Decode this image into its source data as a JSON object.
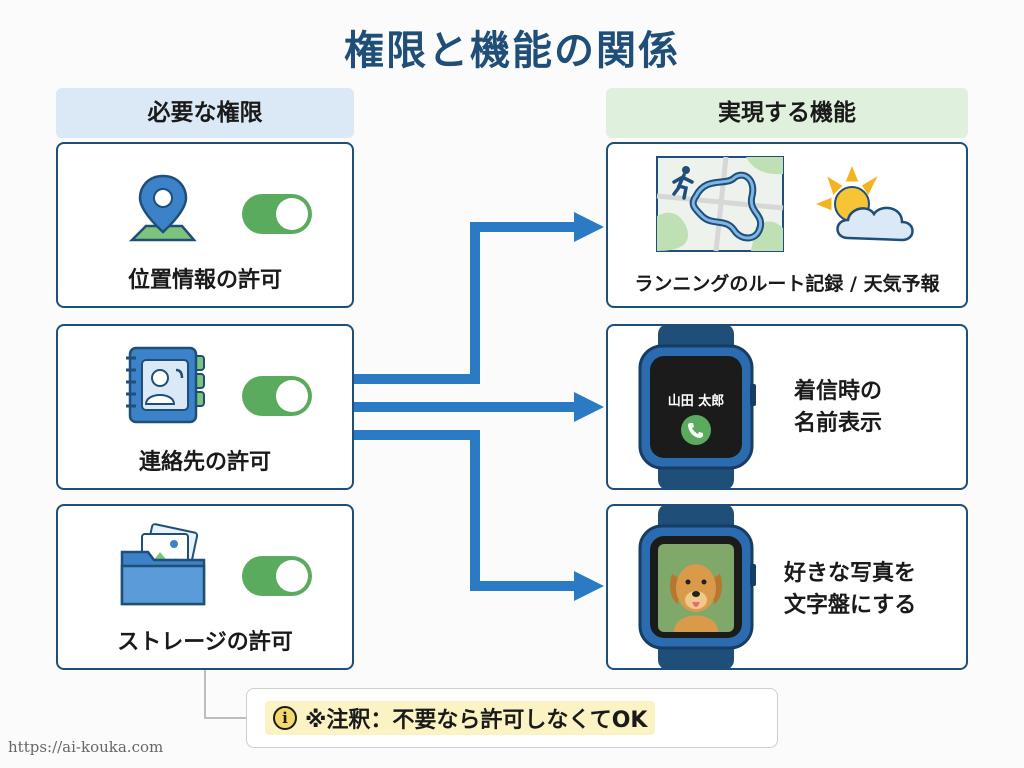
{
  "title": "権限と機能の関係",
  "left_header": "必要な権限",
  "right_header": "実現する機能",
  "permissions": [
    {
      "label": "位置情報の許可",
      "icon": "map-pin-icon",
      "enabled": true
    },
    {
      "label": "連絡先の許可",
      "icon": "contacts-book-icon",
      "enabled": true
    },
    {
      "label": "ストレージの許可",
      "icon": "photo-folder-icon",
      "enabled": true
    }
  ],
  "features": [
    {
      "label": "ランニングのルート記録 / 天気予報",
      "icons": [
        "map-route-icon",
        "runner-icon",
        "weather-icon"
      ]
    },
    {
      "line1": "着信時の",
      "line2": "名前表示",
      "watch_caller": "山田 太郎",
      "icons": [
        "smartwatch-icon",
        "phone-icon"
      ]
    },
    {
      "line1": "好きな写真を",
      "line2": "文字盤にする",
      "icons": [
        "smartwatch-icon",
        "dog-photo-icon"
      ]
    }
  ],
  "note": "※注釈：不要なら許可しなくてOK",
  "note_icon": "i",
  "watermark": "https://ai-kouka.com",
  "colors": {
    "title": "#1f4e79",
    "border": "#1f4e79",
    "arrow": "#2a7bc4",
    "toggle": "#5aab5e",
    "left_header_bg": "#dbe8f5",
    "right_header_bg": "#dff0dc",
    "note_highlight": "#fbf3c4"
  }
}
